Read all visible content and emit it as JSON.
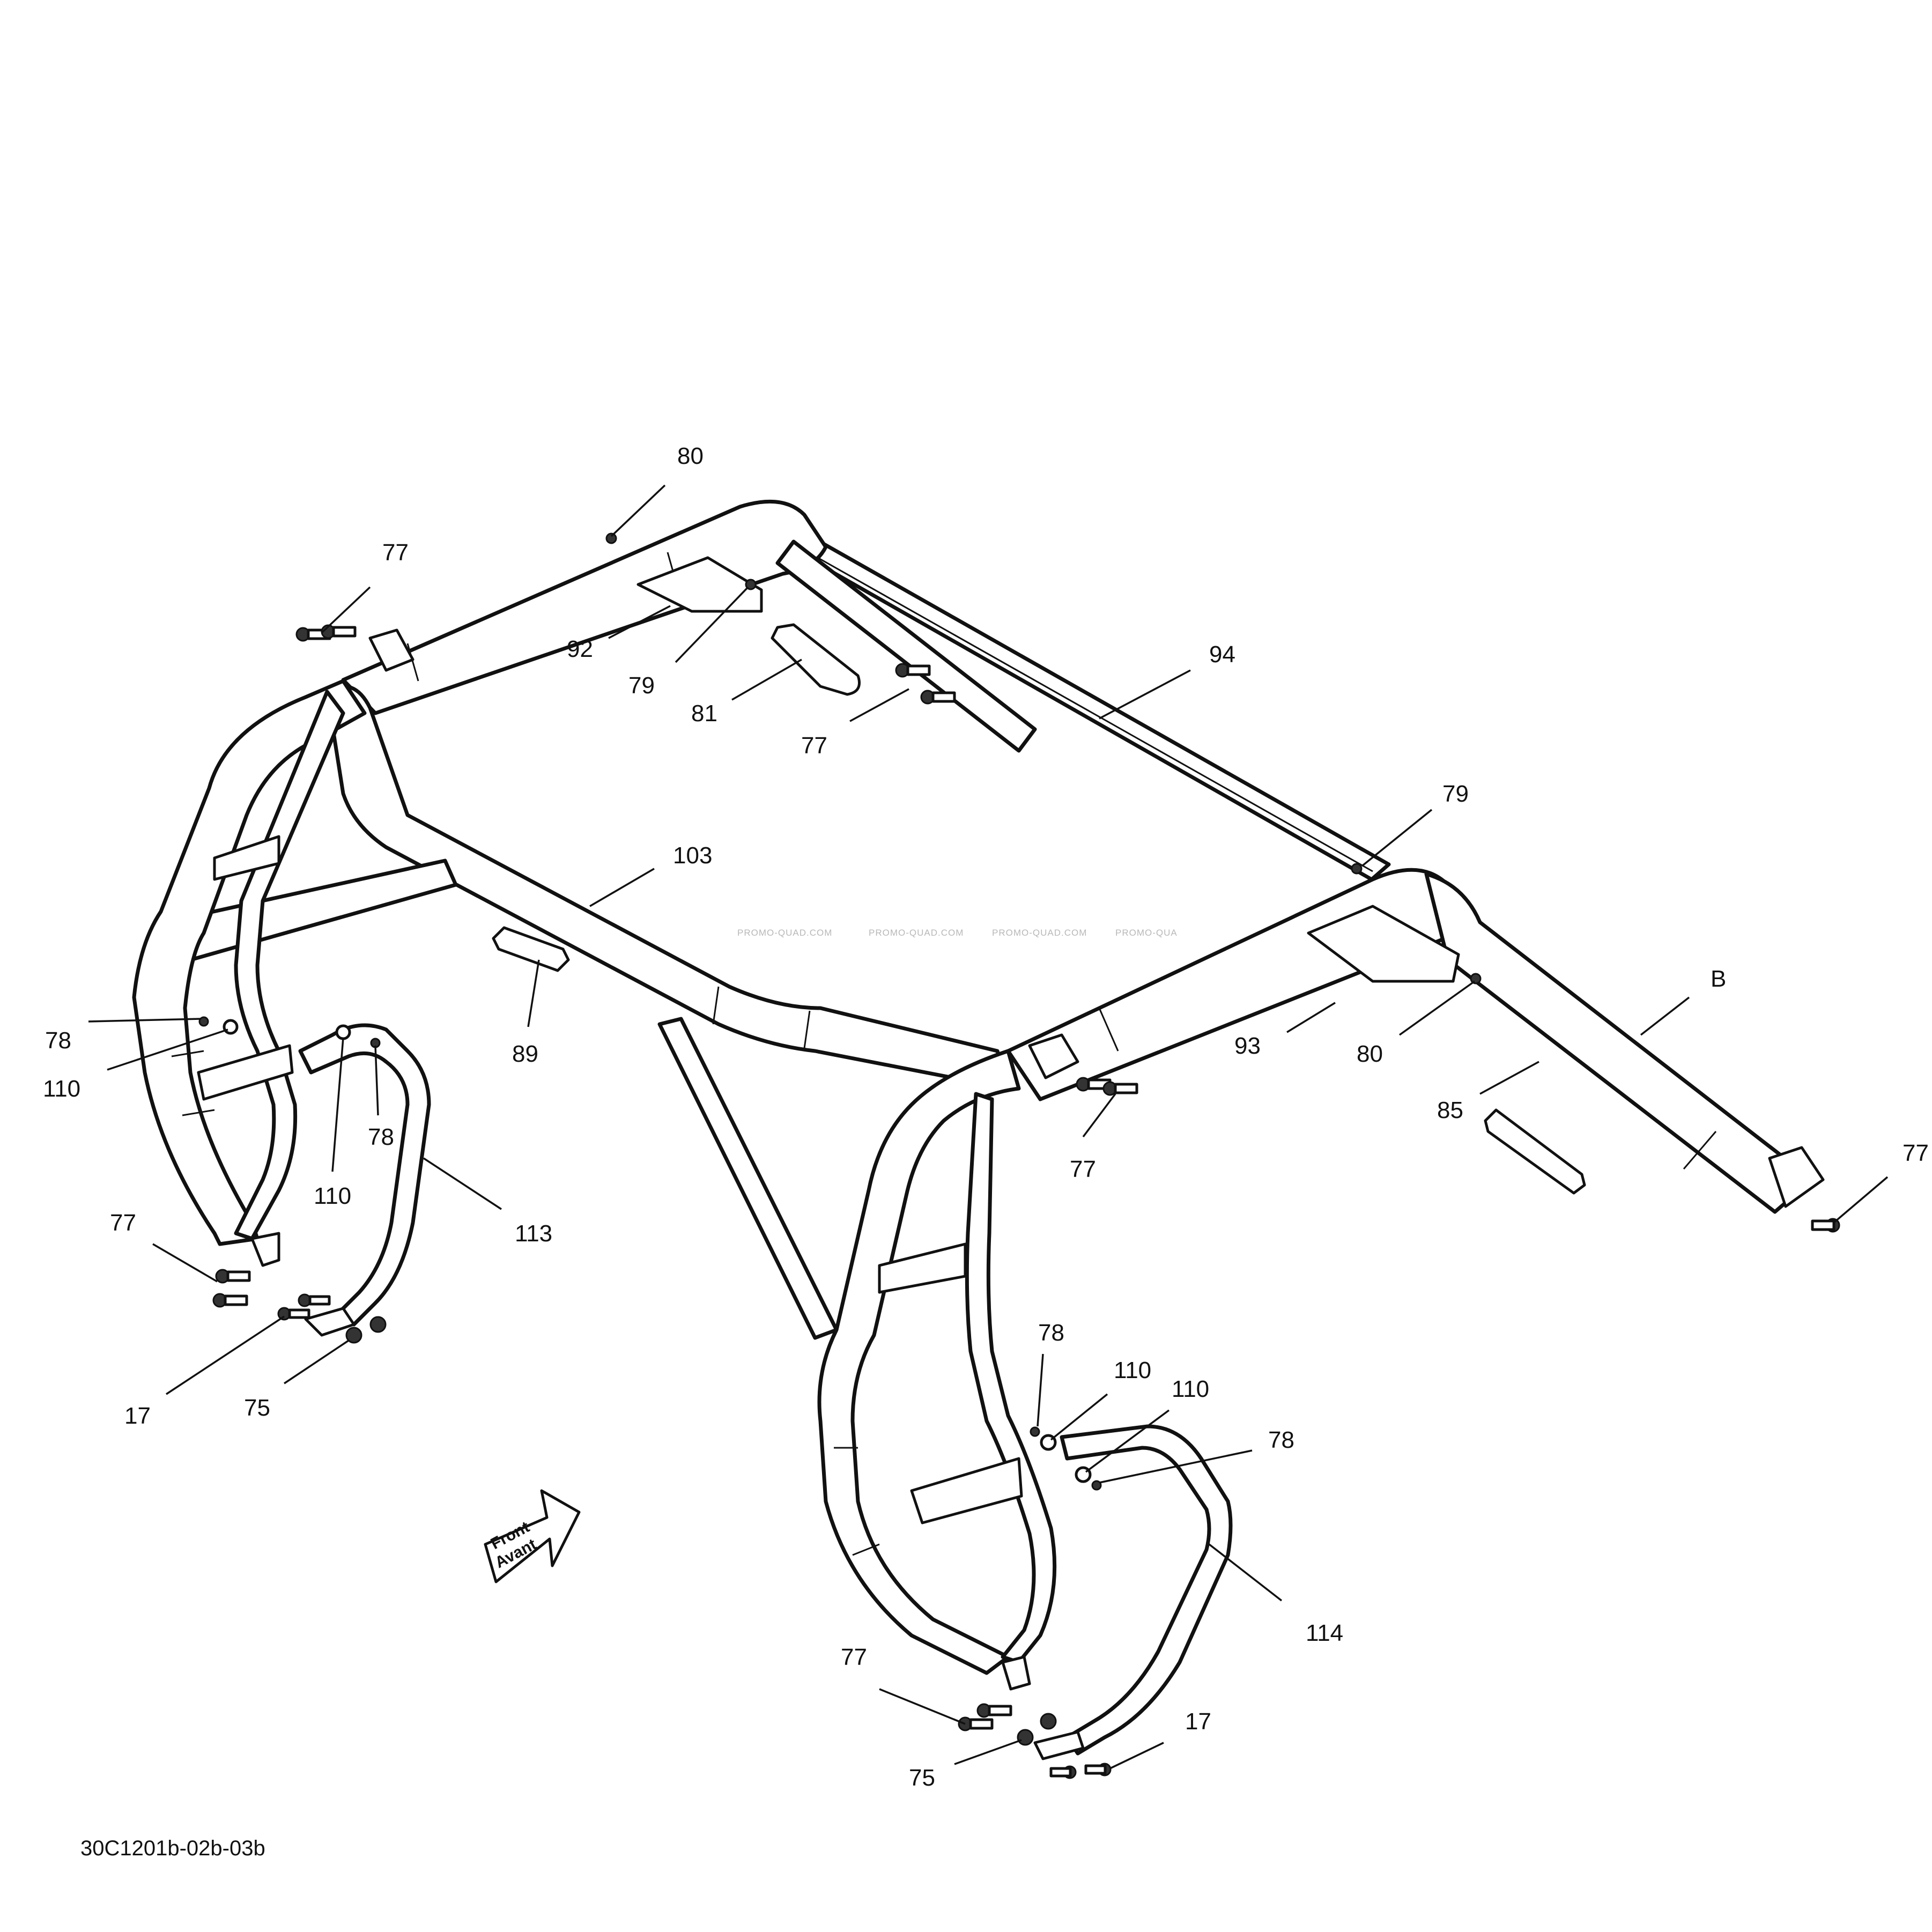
{
  "diagram": {
    "drawing_code": "30C1201b-02b-03b",
    "direction_arrow": {
      "line1": "Front",
      "line2": "Avant"
    },
    "watermark": [
      "PROMO-QUAD.COM",
      "PROMO-QUAD.COM",
      "PROMO-QUAD.COM",
      "PROMO-QUA"
    ],
    "callouts": {
      "c80_top": "80",
      "c77_topleft": "77",
      "c92": "92",
      "c79_top": "79",
      "c81": "81",
      "c77_mid": "77",
      "c94": "94",
      "c79_right": "79",
      "c103": "103",
      "cB": "B",
      "c93": "93",
      "c80_right": "80",
      "c85": "85",
      "c77_right": "77",
      "c77_center": "77",
      "c89": "89",
      "c78_left": "78",
      "c110_left": "110",
      "c78_leftmid": "78",
      "c110_leftmid": "110",
      "c113": "113",
      "c77_left": "77",
      "c17_left": "17",
      "c75_left": "75",
      "c78_low": "78",
      "c110_low1": "110",
      "c110_low2": "110",
      "c78_lowright": "78",
      "c114": "114",
      "c77_bottom": "77",
      "c75_bottom": "75",
      "c17_bottom": "17"
    }
  }
}
